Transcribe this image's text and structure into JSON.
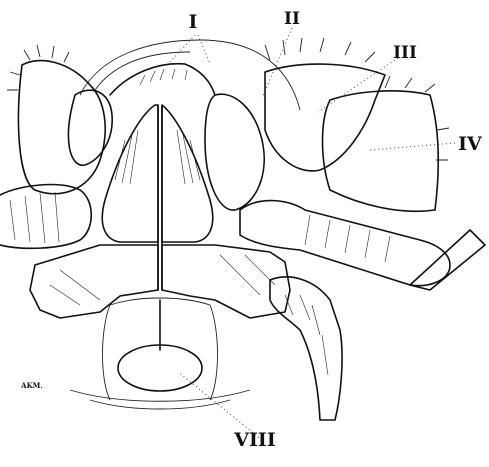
{
  "labels": {
    "l1": "I",
    "l2": "II",
    "l3": "III",
    "l4": "IV",
    "l8": "VIII",
    "signature": "AKM."
  }
}
